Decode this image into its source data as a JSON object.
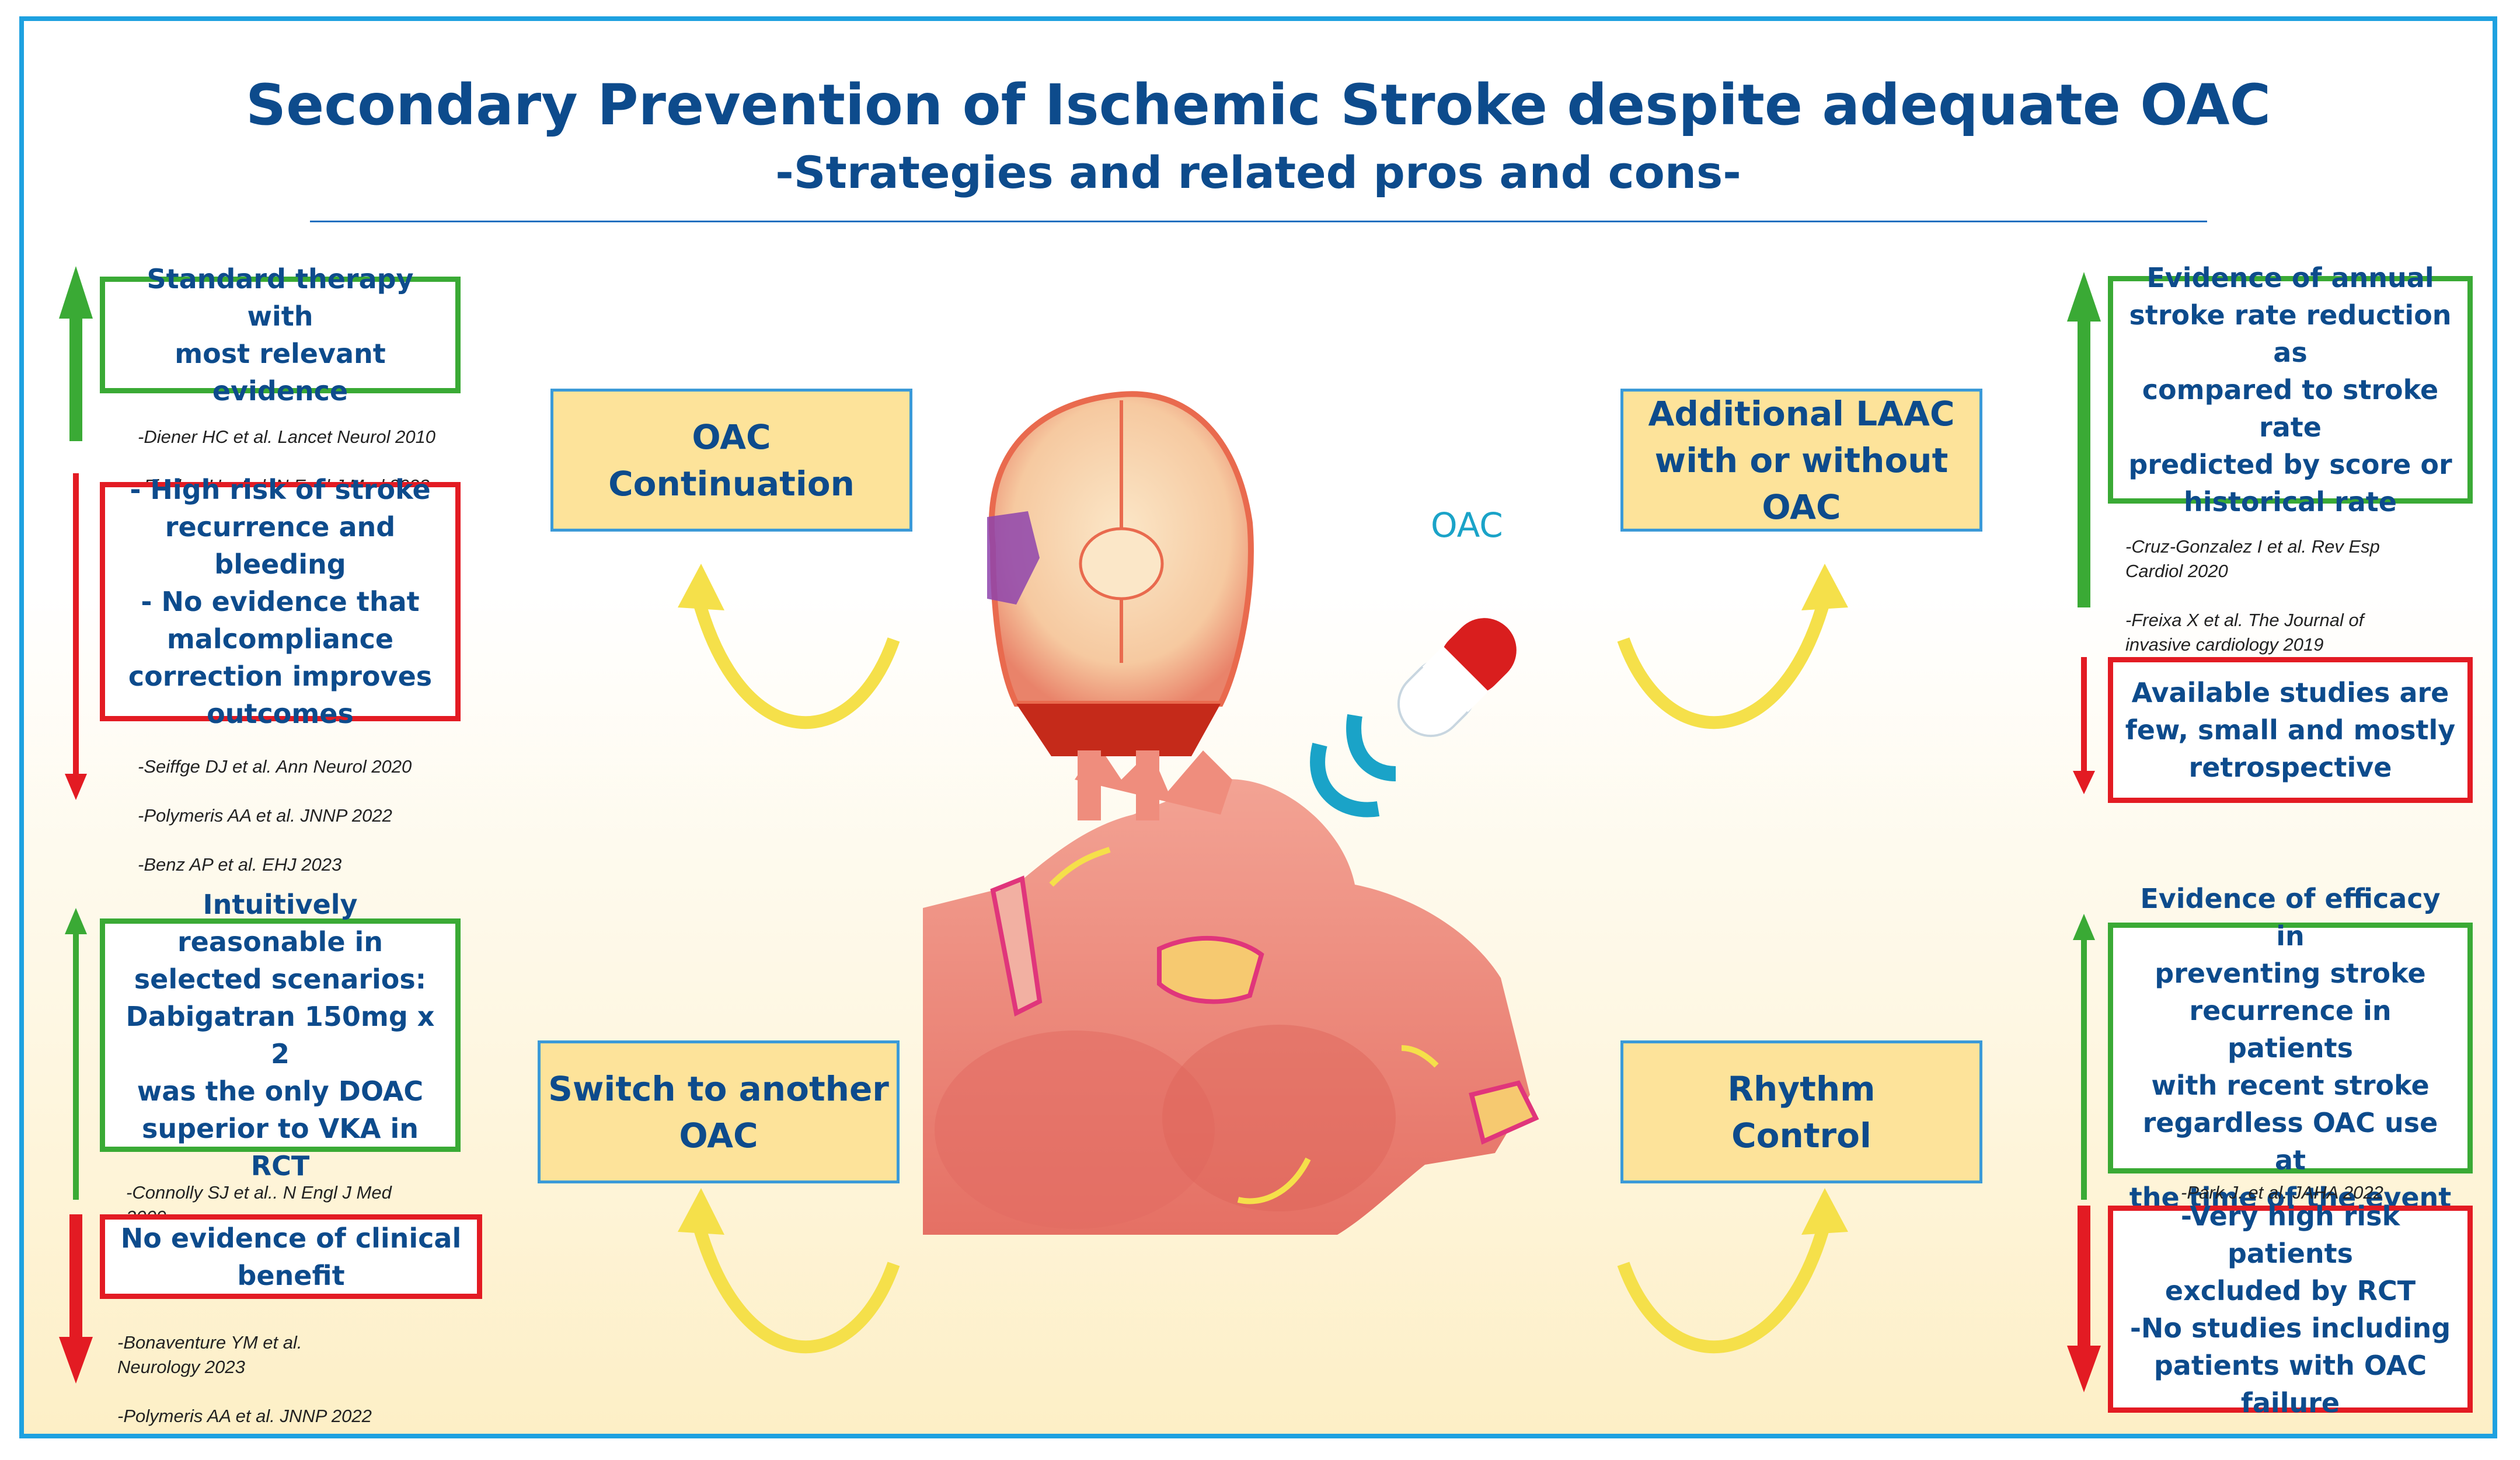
{
  "title": "Secondary Prevention of Ischemic Stroke despite adequate OAC",
  "subtitle": "-Strategies and related pros and cons-",
  "colors": {
    "border": "#1ea1e0",
    "title": "#0d4b8c",
    "pro": "#3aaa35",
    "con": "#e31b23",
    "strategy_fill": "#fde39a",
    "strategy_border": "#3b9ad8",
    "curved_arrow": "#f5e04a"
  },
  "center_label": "OAC",
  "strategies": {
    "oac_continuation": "OAC\nContinuation",
    "laac": "Additional LAAC\nwith or without\nOAC",
    "switch": "Switch to another\nOAC",
    "rhythm": "Rhythm\nControl"
  },
  "oac_continuation": {
    "pro": "Standard therapy with\nmost relevant evidence",
    "pro_refs": [
      "-Diener HC et al. Lancet Neurol 2010",
      "-Fischer U. et al. N Engl J Med 2023"
    ],
    "con": "- High risk of stroke\nrecurrence and bleeding\n- No evidence that\nmalcompliance\ncorrection improves\noutcomes",
    "con_refs": [
      "-Seiffge DJ et al. Ann Neurol 2020",
      "-Polymeris AA et al. JNNP 2022",
      "-Benz AP et al. EHJ 2023"
    ]
  },
  "laac": {
    "pro": "Evidence of annual\nstroke rate reduction as\ncompared to stroke rate\npredicted by score or\nhistorical rate",
    "pro_refs": [
      "-Cruz-Gonzalez I et al. Rev Esp\nCardiol 2020",
      "-Freixa X et al. The Journal of\ninvasive cardiology 2019"
    ],
    "con": "Available studies are\nfew, small and mostly\nretrospective"
  },
  "switch": {
    "pro": "Intuitively reasonable in\nselected scenarios:\nDabigatran 150mg x 2\nwas the only DOAC\nsuperior to VKA in RCT",
    "pro_refs": [
      "-Connolly SJ et al.. N Engl J Med\n2009"
    ],
    "con": "No evidence of clinical\nbenefit",
    "con_refs": [
      "-Bonaventure YM et al.\nNeurology 2023",
      "-Polymeris AA et al. JNNP 2022"
    ]
  },
  "rhythm": {
    "pro": "Evidence of efficacy in\npreventing stroke\nrecurrence in patients\nwith recent stroke\nregardless OAC use at\nthe time of the event",
    "pro_refs": [
      "-Park J. et al. JAHA 2022"
    ],
    "con": "-Very high risk patients\nexcluded by RCT\n-No studies including\npatients with OAC\nfailure"
  },
  "icons": [
    "up-arrow-icon",
    "down-arrow-icon",
    "curved-arrow-icon",
    "pill-icon",
    "brain-illustration",
    "heart-illustration"
  ]
}
